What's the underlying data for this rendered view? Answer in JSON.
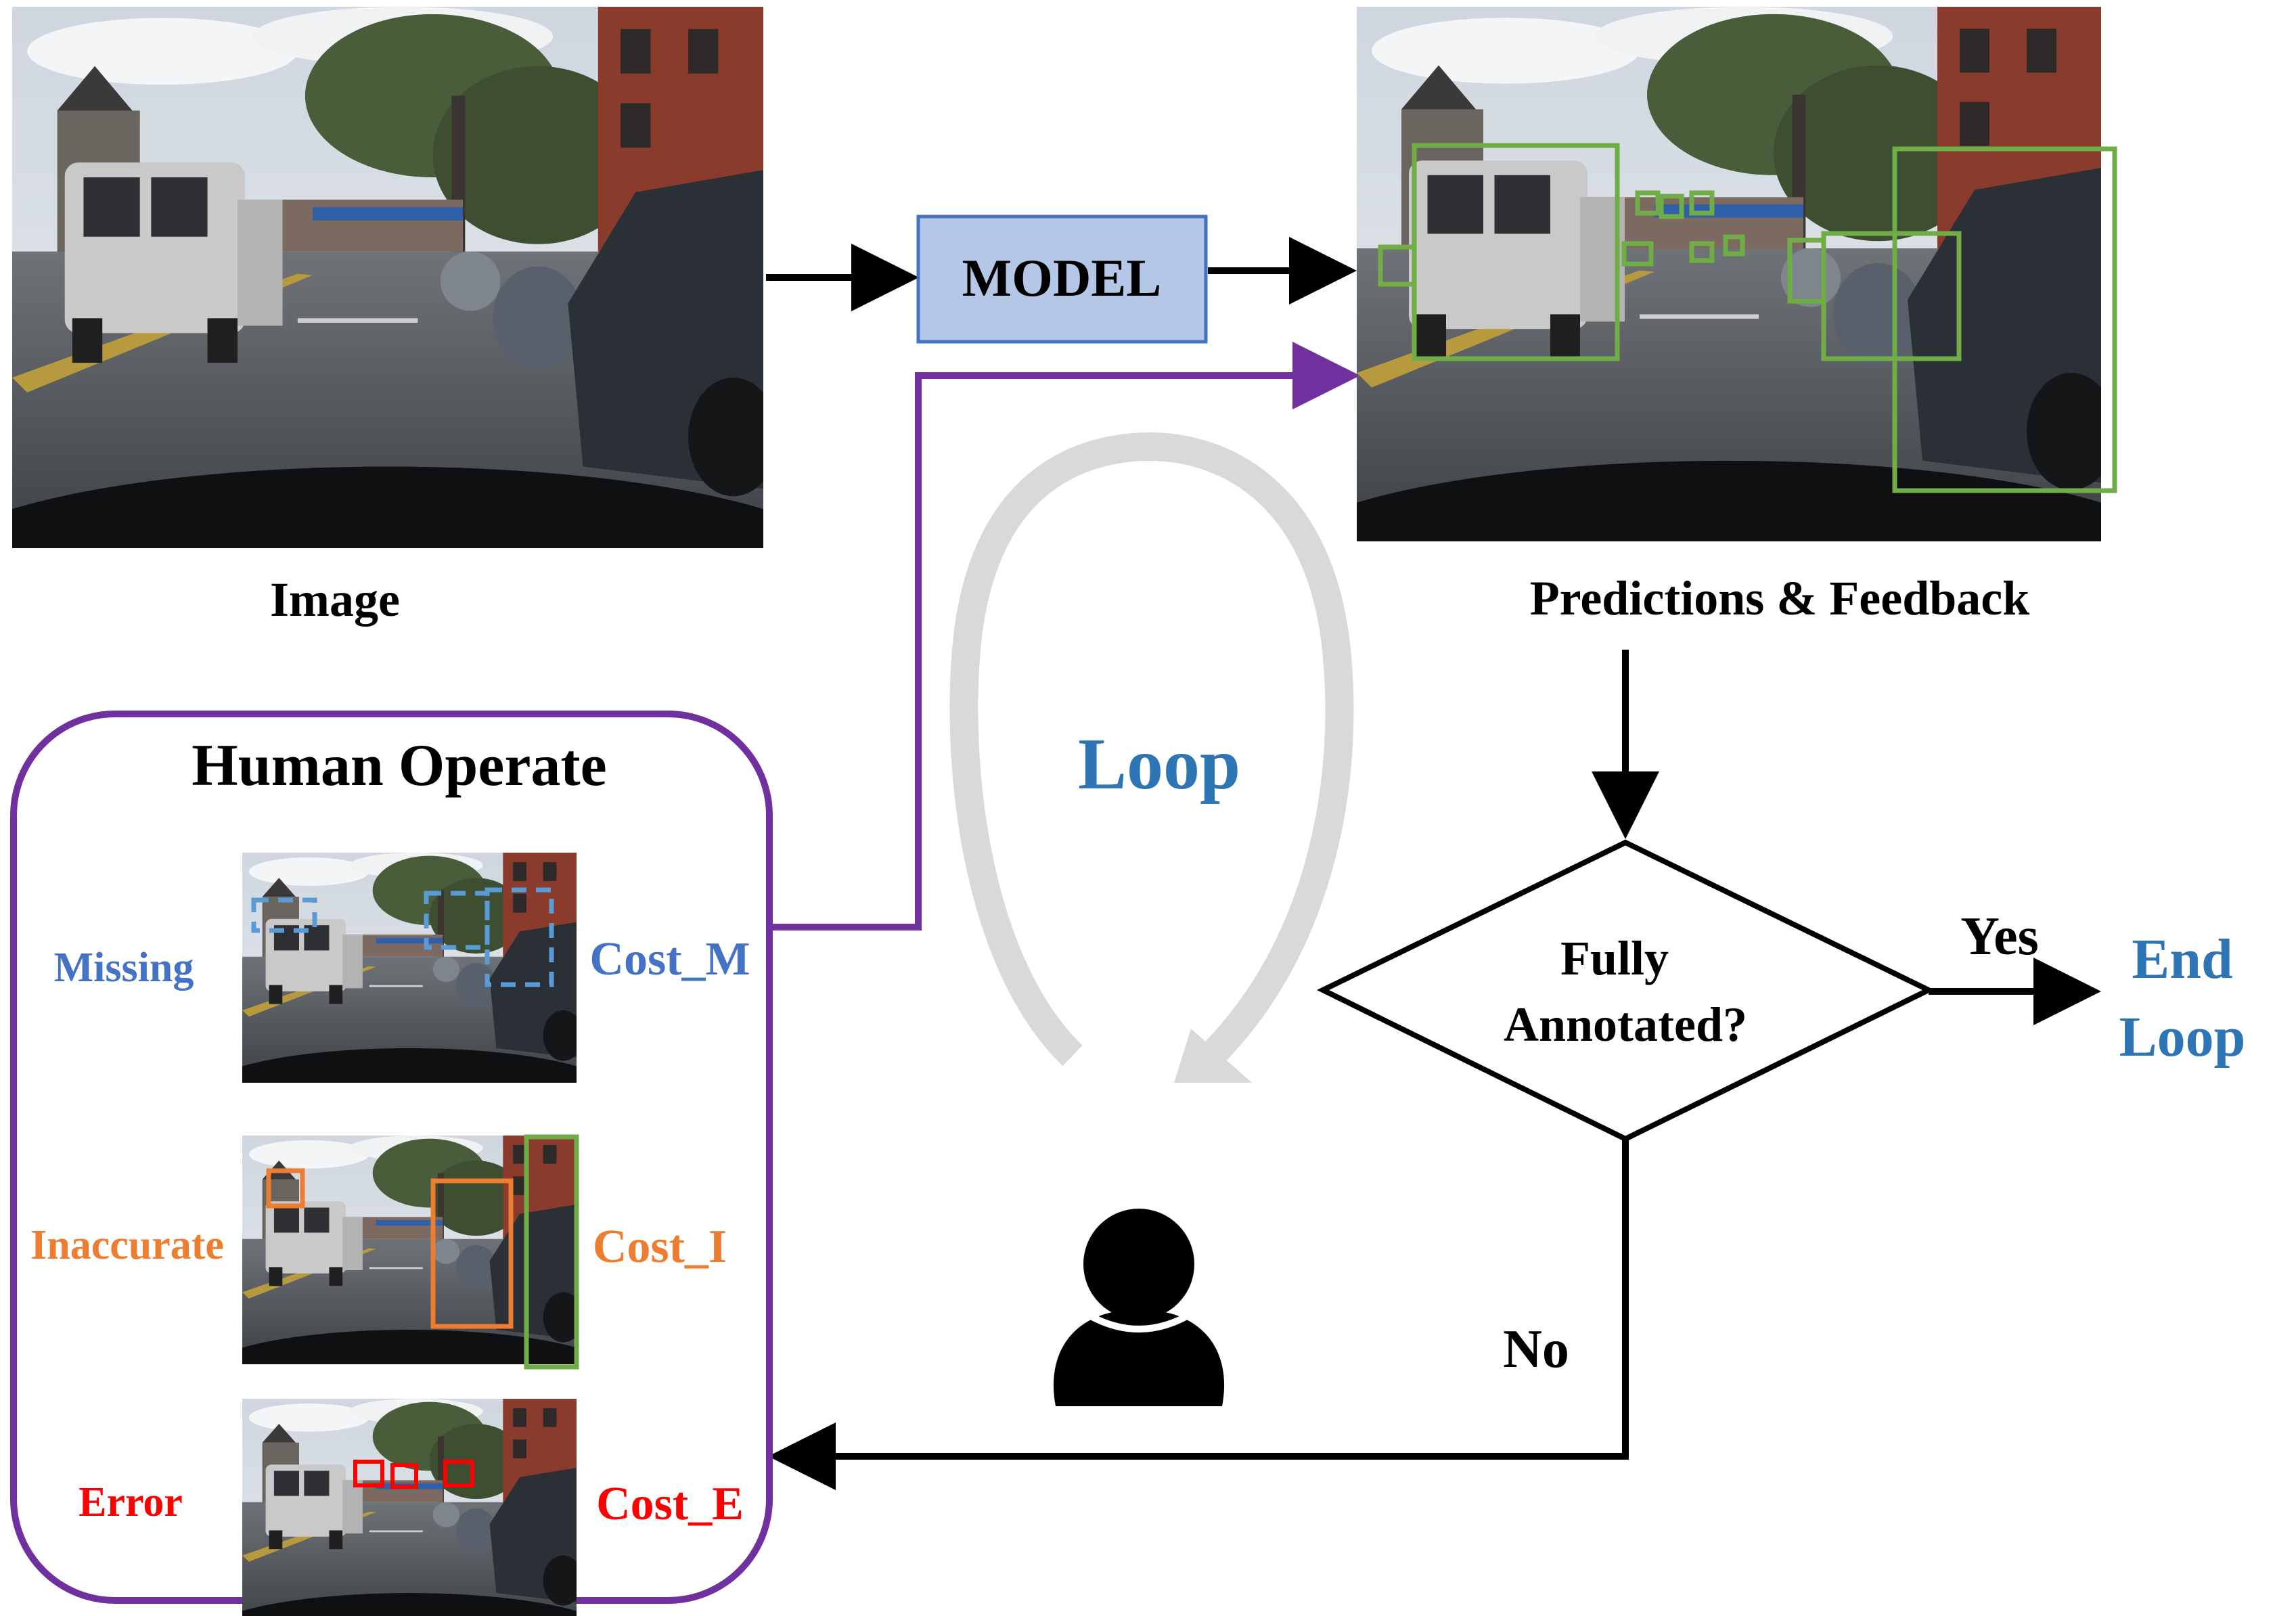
{
  "labels": {
    "image": "Image",
    "model": "MODEL",
    "predictions": "Predictions & Feedback",
    "loop": "Loop",
    "human_operate": "Human Operate",
    "decision_line1": "Fully",
    "decision_line2": "Annotated?",
    "yes": "Yes",
    "no": "No",
    "end_line1": "End",
    "end_line2": "Loop"
  },
  "feedback_rows": [
    {
      "type": "Missing",
      "cost": "Cost_M",
      "color": "#4472C4",
      "box_color": "#5B9BD5"
    },
    {
      "type": "Inaccurate",
      "cost": "Cost_I",
      "color": "#ED7D31",
      "box_color": "#ED7D31"
    },
    {
      "type": "Error",
      "cost": "Cost_E",
      "color": "#FF0000",
      "box_color": "#FF0000"
    }
  ],
  "colors": {
    "model_fill": "#B4C7E7",
    "model_stroke": "#4472C4",
    "human_border": "#7030A0",
    "loop_text": "#2E75B6",
    "loop_arc": "#D9D9D9",
    "end_text": "#2E75B6",
    "prediction_box": "#70AD47",
    "arrow": "#000000"
  },
  "icons": {
    "user": "user-silhouette-icon",
    "loop": "loop-arrow-icon"
  }
}
